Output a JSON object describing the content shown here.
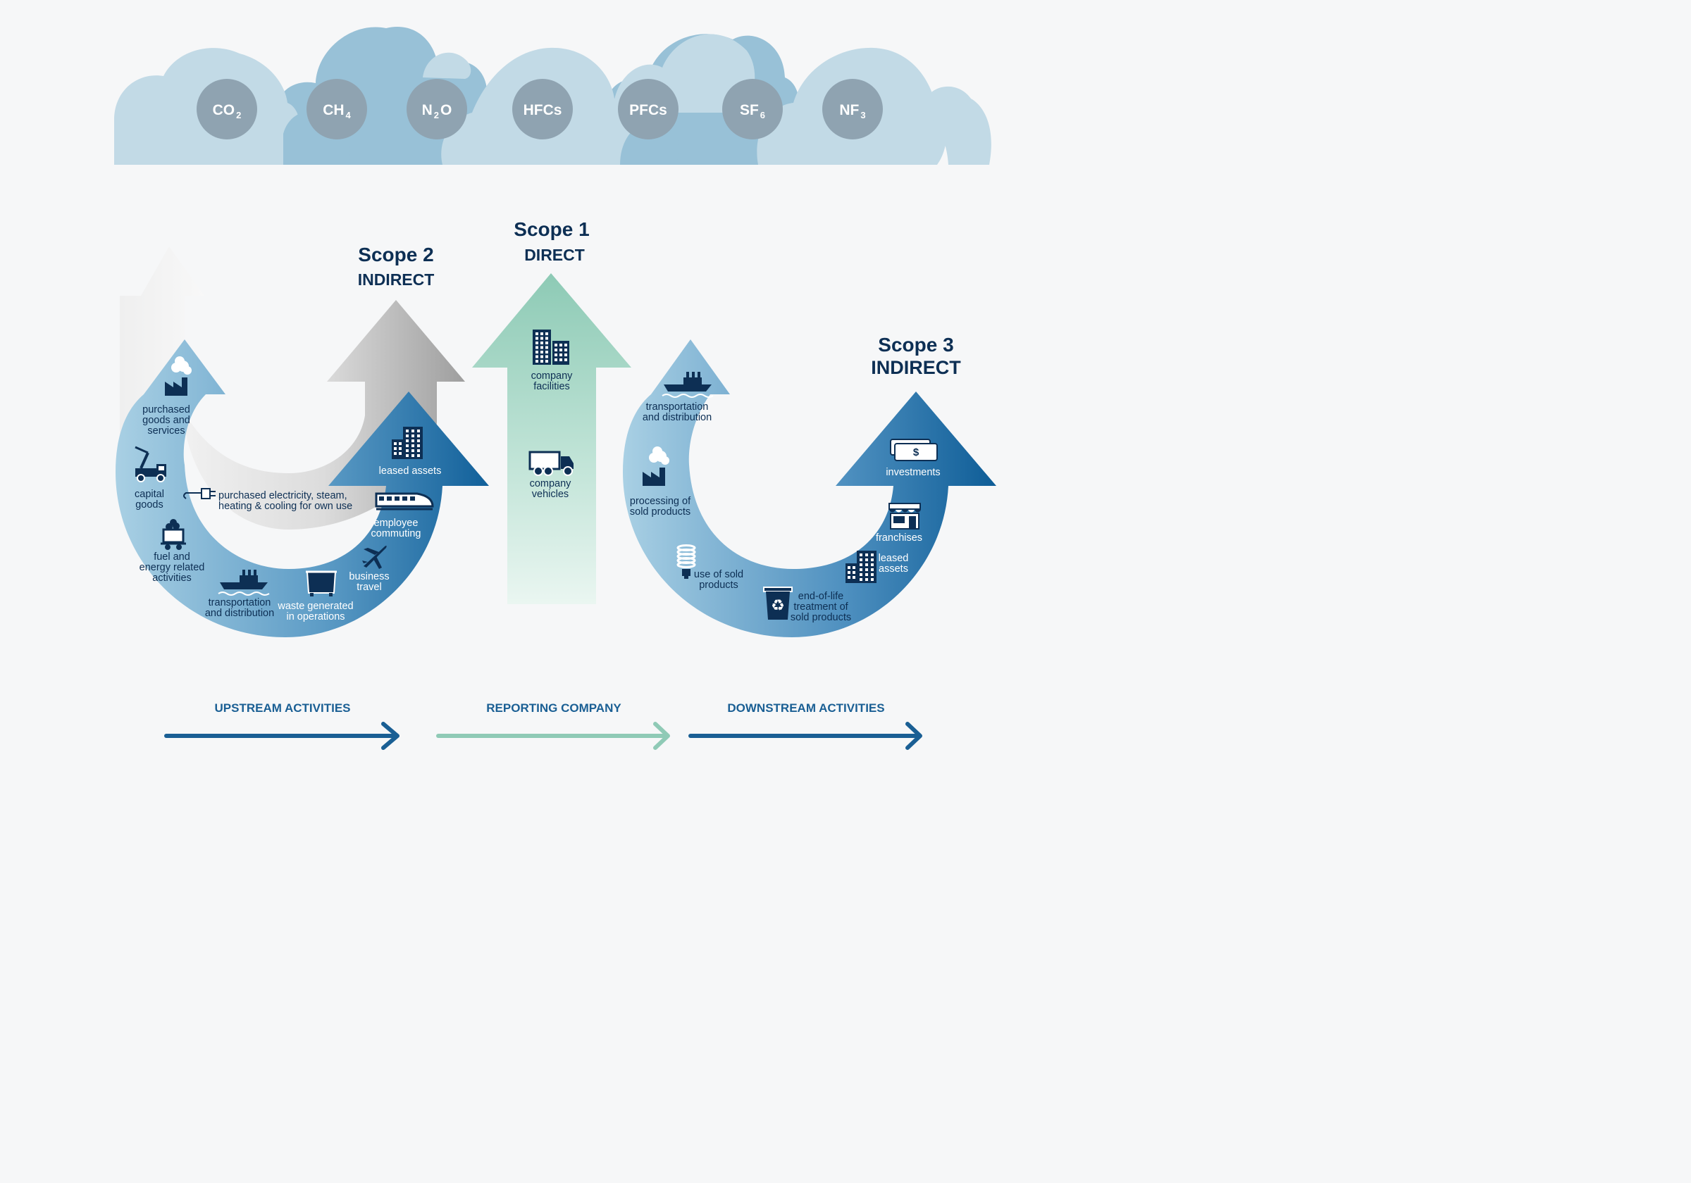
{
  "colors": {
    "navy": "#0d2f54",
    "scope_blue": "#1f6fa6",
    "scope_blue_light": "#a9d0e4",
    "green": "#9ad1bf",
    "gas_circle": "#8fa3b1",
    "cloud_light": "#c2dae6",
    "cloud_mid": "#98c1d7",
    "grey_arrow": "#a4a4a4",
    "bottom_blue": "#1a5f94",
    "bottom_green": "#8fcab6"
  },
  "gases": [
    {
      "base": "CO",
      "sub": "2"
    },
    {
      "base": "CH",
      "sub": "4"
    },
    {
      "base": "N",
      "sub": "2",
      "tail": "O"
    },
    {
      "base": "HFCs",
      "sub": ""
    },
    {
      "base": "PFCs",
      "sub": ""
    },
    {
      "base": "SF",
      "sub": "6"
    },
    {
      "base": "NF",
      "sub": "3"
    }
  ],
  "scopes": {
    "scope1": {
      "title": "Scope 1",
      "subtitle": "DIRECT"
    },
    "scope2": {
      "title": "Scope 2",
      "subtitle": "INDIRECT"
    },
    "scope3": {
      "title": "Scope 3",
      "subtitle": "INDIRECT"
    }
  },
  "upstream_items": [
    {
      "icon": "factory-icon",
      "lines": [
        "purchased",
        "goods and",
        "services"
      ]
    },
    {
      "icon": "crane-truck-icon",
      "lines": [
        "capital",
        "goods"
      ]
    },
    {
      "icon": "coal-cart-icon",
      "lines": [
        "fuel and",
        "energy related",
        "activities"
      ]
    },
    {
      "icon": "ship-icon",
      "lines": [
        "transportation",
        "and distribution"
      ]
    },
    {
      "icon": "dumpster-icon",
      "lines": [
        "waste generated",
        "in operations"
      ]
    },
    {
      "icon": "airplane-icon",
      "lines": [
        "business",
        "travel"
      ]
    },
    {
      "icon": "train-icon",
      "lines": [
        "employee",
        "commuting"
      ]
    },
    {
      "icon": "building-icon",
      "lines": [
        "leased assets"
      ]
    }
  ],
  "scope2_item": {
    "icon": "plug-icon",
    "lines": [
      "purchased electricity, steam,",
      "heating & cooling for own use"
    ]
  },
  "scope1_items": [
    {
      "icon": "buildings-icon",
      "lines": [
        "company",
        "facilities"
      ]
    },
    {
      "icon": "truck-icon",
      "lines": [
        "company",
        "vehicles"
      ]
    }
  ],
  "downstream_items": [
    {
      "icon": "ship-icon",
      "lines": [
        "transportation",
        "and distribution"
      ]
    },
    {
      "icon": "factory-icon",
      "lines": [
        "processing of",
        "sold products"
      ]
    },
    {
      "icon": "lightbulb-icon",
      "lines": [
        "use of sold",
        "products"
      ]
    },
    {
      "icon": "recycle-bin-icon",
      "lines": [
        "end-of-life",
        "treatment of",
        "sold products"
      ]
    },
    {
      "icon": "building-icon",
      "lines": [
        "leased",
        "assets"
      ]
    },
    {
      "icon": "storefront-icon",
      "lines": [
        "franchises"
      ]
    },
    {
      "icon": "money-icon",
      "lines": [
        "investments"
      ]
    }
  ],
  "money_symbol": "$",
  "bottom": {
    "upstream": "UPSTREAM ACTIVITIES",
    "reporting": "REPORTING COMPANY",
    "downstream": "DOWNSTREAM ACTIVITIES"
  }
}
